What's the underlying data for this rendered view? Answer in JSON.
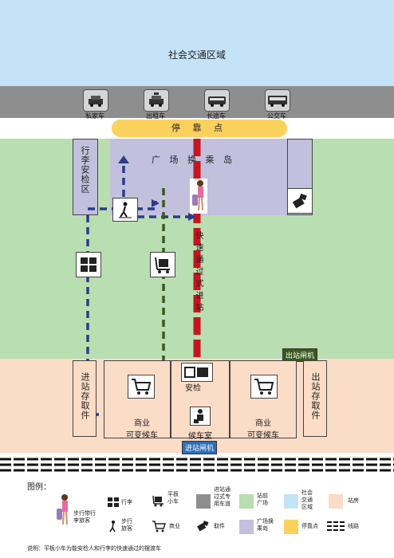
{
  "zones": {
    "social": "社会交通区域",
    "stop": "停 靠 点",
    "island": "广 场 换 乘 岛",
    "luggage_check": "行李安检区",
    "express_path": "快速通过式进站",
    "exit_gate": "出站闸机",
    "entry_gate": "进站闸机",
    "security": "安检",
    "waiting": "候车室",
    "store_left": "进站存取件",
    "store_right": "出站存取件",
    "shop_left": "商业\n可变候车",
    "shop_right": "商业\n可变候车"
  },
  "vehicles": [
    {
      "label": "私家车",
      "icon": "car-icon"
    },
    {
      "label": "出租车",
      "icon": "taxi-icon"
    },
    {
      "label": "长途车",
      "icon": "coach-icon"
    },
    {
      "label": "公交车",
      "icon": "bus-icon"
    }
  ],
  "legend": {
    "title": "图例：",
    "items": [
      {
        "text": "步行带行李旅客",
        "icon": "traveler-luggage-icon"
      },
      {
        "text": "行李",
        "icon": "luggage-icon"
      },
      {
        "text": "平板小车",
        "icon": "cart-icon"
      },
      {
        "text": "进站通过式专用车道",
        "color": "#8e8e8e"
      },
      {
        "text": "站前广场",
        "color": "#b9deb1"
      },
      {
        "text": "社会交通区域",
        "color": "#c5e3f7"
      },
      {
        "text": "站房",
        "color": "#fbdcc7"
      },
      {
        "text": "步行旅客",
        "icon": "pedestrian-icon"
      },
      {
        "text": "商业",
        "icon": "shopping-cart-icon"
      },
      {
        "text": "取件",
        "icon": "pickup-icon"
      },
      {
        "text": "广场换乘岛",
        "color": "#c2c0dc"
      },
      {
        "text": "停靠点",
        "color": "#fbd15e"
      },
      {
        "text": "线路",
        "icon": "track-icon"
      }
    ]
  },
  "note": "说明：平板小车为能安检人和行李的快速通过的摆渡车",
  "colors": {
    "express": "#c8141e",
    "walk": "#2c3b8c",
    "cart": "#3a5a1e"
  }
}
